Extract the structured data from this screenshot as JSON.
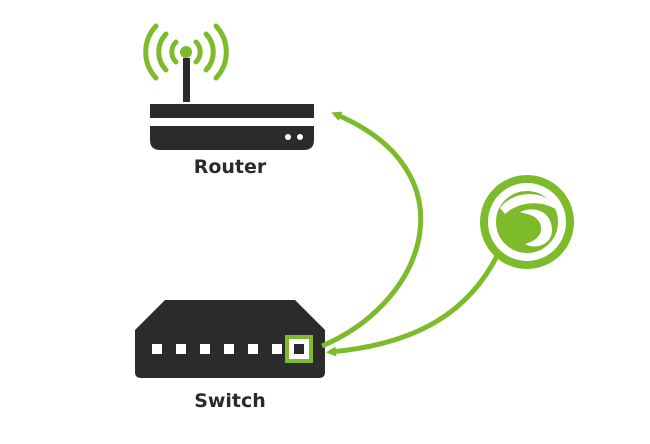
{
  "colors": {
    "accent": "#7dbb2a",
    "device": "#2b2b2b",
    "port": "#ffffff",
    "label": "#2a2a2a",
    "background": "#ffffff"
  },
  "nodes": {
    "router": {
      "label": "Router",
      "icon": "wireless-router-icon"
    },
    "switch": {
      "label": "Switch",
      "icon": "network-switch-icon",
      "port_count": 7,
      "highlighted_port": 7
    },
    "sensor": {
      "icon": "brand-logo-icon"
    }
  },
  "edges": [
    {
      "from": "switch",
      "to": "router",
      "style": "arrow"
    },
    {
      "from": "sensor",
      "to": "switch",
      "style": "arrow"
    }
  ]
}
